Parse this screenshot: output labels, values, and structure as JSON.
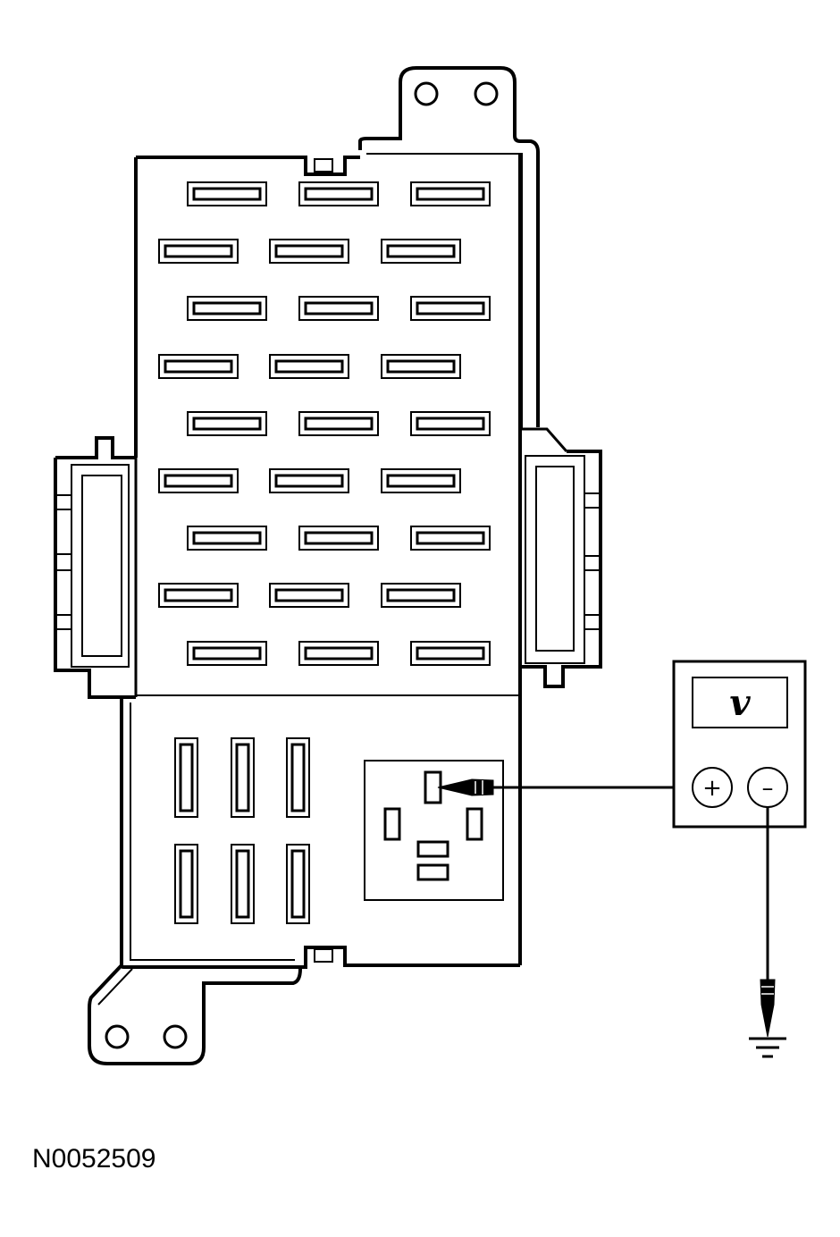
{
  "diagram": {
    "figure_id": "N0052509",
    "meter": {
      "display_symbol": "v",
      "positive_terminal_symbol": "+",
      "negative_terminal_symbol": "–"
    },
    "fuse_layout": {
      "upper_rows": 9,
      "fuses_per_row": 3,
      "lower_vertical_fuses": 6
    }
  }
}
